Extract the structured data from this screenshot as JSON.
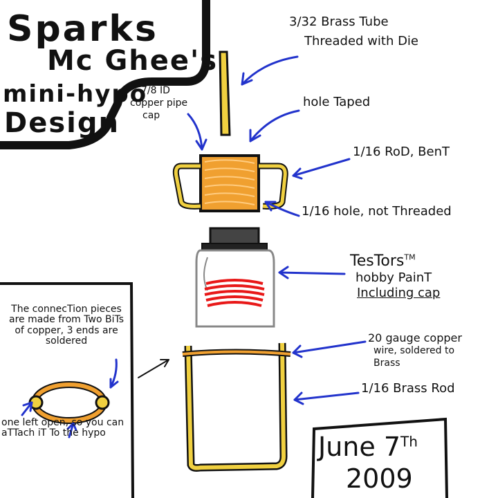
{
  "title": {
    "line1": "Sparks",
    "line2": "Mc Ghee's",
    "line3": "mini-hypo",
    "line4": "Design"
  },
  "labels": {
    "brass_tube": "3/32 Brass Tube",
    "threaded": "Threaded with Die",
    "copper_cap_size": "7/8 ID",
    "copper_cap_pipe": "copper pipe",
    "copper_cap_cap": "cap",
    "hole_taped": "hole Taped",
    "rod_bent": "1/16 RoD, BenT",
    "hole_not_threaded": "1/16 hole, not Threaded",
    "testors": "TesTors",
    "testors_tm": "TM",
    "hobby_paint": "hobby PainT",
    "including_cap": "Including cap",
    "copper_wire_1": "20 gauge copper",
    "copper_wire_2": "wire, soldered to",
    "copper_wire_3": "Brass",
    "brass_rod": "1/16 Brass Rod"
  },
  "note": {
    "connection": "The connecTion pieces are made from Two BiTs of copper, 3 ends are soldered",
    "open": "one left open, so you can aTTach iT To the hypo"
  },
  "date": {
    "line1": "June 7",
    "line1_sup": "Th",
    "line2": "2009"
  },
  "colors": {
    "ink": "#111111",
    "arrow": "#2233cc",
    "brass": "#f0d040",
    "copper": "#f0a030",
    "paint": "#e81818",
    "glass": "#888888"
  }
}
